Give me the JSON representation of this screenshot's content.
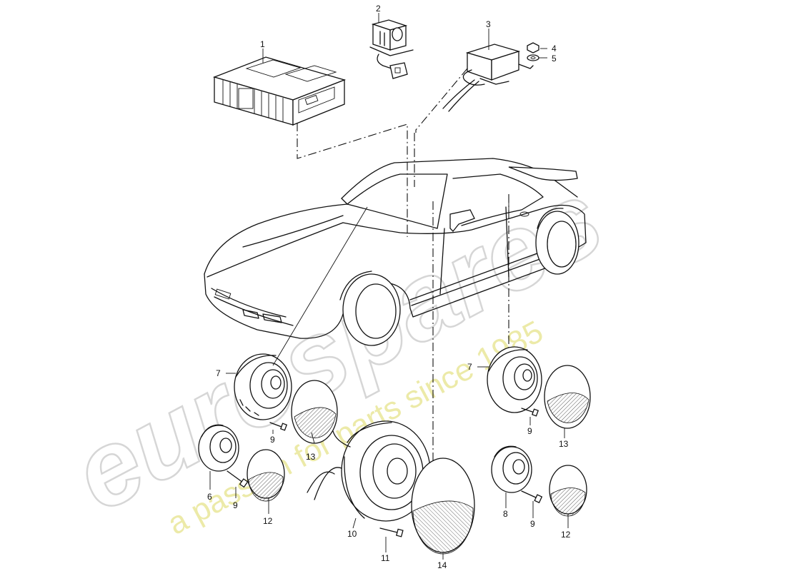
{
  "watermark": {
    "logo_text": "eurospares",
    "tagline": "a passion for parts since 1985"
  },
  "callouts": {
    "p1": "1",
    "p2": "2",
    "p3": "3",
    "p4": "4",
    "p5": "5",
    "p6": "6",
    "p7_left": "7",
    "p7_right": "7",
    "p8": "8",
    "p9_a": "9",
    "p9_b": "9",
    "p9_c": "9",
    "p9_d": "9",
    "p10": "10",
    "p11": "11",
    "p12_left": "12",
    "p12_right": "12",
    "p13_left": "13",
    "p13_right": "13",
    "p14": "14"
  }
}
